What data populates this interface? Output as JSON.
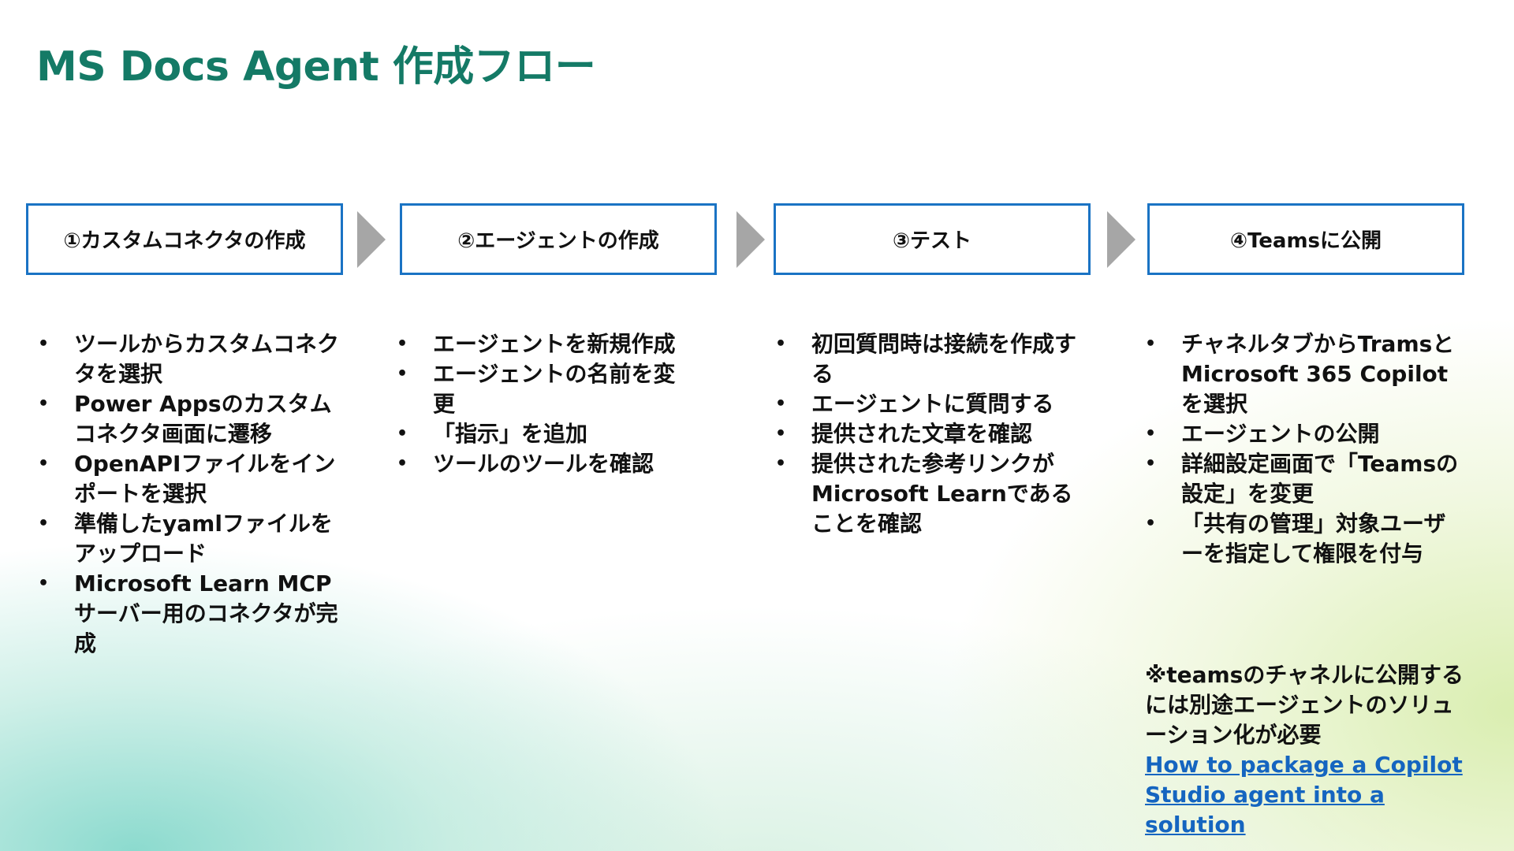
{
  "title": "MS Docs Agent 作成フロー",
  "steps": [
    {
      "label": "①カスタムコネクタの作成",
      "bullets": [
        "ツールからカスタムコネクタを選択",
        "Power Appsのカスタムコネクタ画面に遷移",
        "OpenAPIファイルをインポートを選択",
        "準備したyamlファイルをアップロード",
        "Microsoft Learn MCPサーバー用のコネクタが完成"
      ]
    },
    {
      "label": "②エージェントの作成",
      "bullets": [
        "エージェントを新規作成",
        "エージェントの名前を変更",
        "「指示」を追加",
        "ツールのツールを確認"
      ]
    },
    {
      "label": "③テスト",
      "bullets": [
        "初回質問時は接続を作成する",
        "エージェントに質問する",
        "提供された文章を確認",
        "提供された参考リンクがMicrosoft Learnであることを確認"
      ]
    },
    {
      "label": "④Teamsに公開",
      "bullets": [
        "チャネルタブからTramsとMicrosoft 365 Copilot を選択",
        "エージェントの公開",
        "詳細設定画面で「Teamsの設定」を変更",
        "「共有の管理」対象ユーザーを指定して権限を付与"
      ]
    }
  ],
  "note": "※teamsのチャネルに公開するには別途エージェントのソリューション化が必要",
  "link": "How to package a Copilot Studio agent into a solution",
  "colors": {
    "title": "#147a66",
    "box_border": "#1a73c4",
    "arrow": "#a6a6a6",
    "link": "#1565c0"
  }
}
